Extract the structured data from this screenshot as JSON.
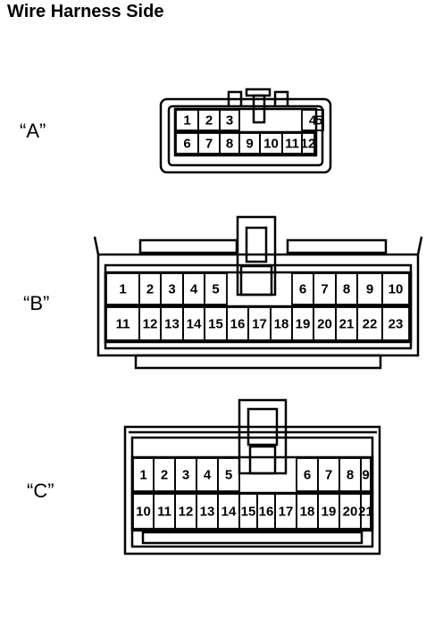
{
  "title": "Wire Harness Side",
  "connectors": [
    {
      "label": "“A”",
      "row1": [
        "1",
        "2",
        "3",
        "",
        "4",
        "5"
      ],
      "row2": [
        "6",
        "7",
        "8",
        "9",
        "10",
        "11",
        "12"
      ]
    },
    {
      "label": "“B”",
      "row1": [
        "1",
        "2",
        "3",
        "4",
        "5",
        "",
        "6",
        "7",
        "8",
        "9",
        "10"
      ],
      "row2": [
        "11",
        "12",
        "13",
        "14",
        "15",
        "16",
        "17",
        "18",
        "19",
        "20",
        "21",
        "22",
        "23"
      ]
    },
    {
      "label": "“C”",
      "row1": [
        "1",
        "2",
        "3",
        "4",
        "5",
        "",
        "6",
        "7",
        "8",
        "9"
      ],
      "row2": [
        "10",
        "11",
        "12",
        "13",
        "14",
        "15",
        "16",
        "17",
        "18",
        "19",
        "20",
        "21"
      ]
    }
  ]
}
